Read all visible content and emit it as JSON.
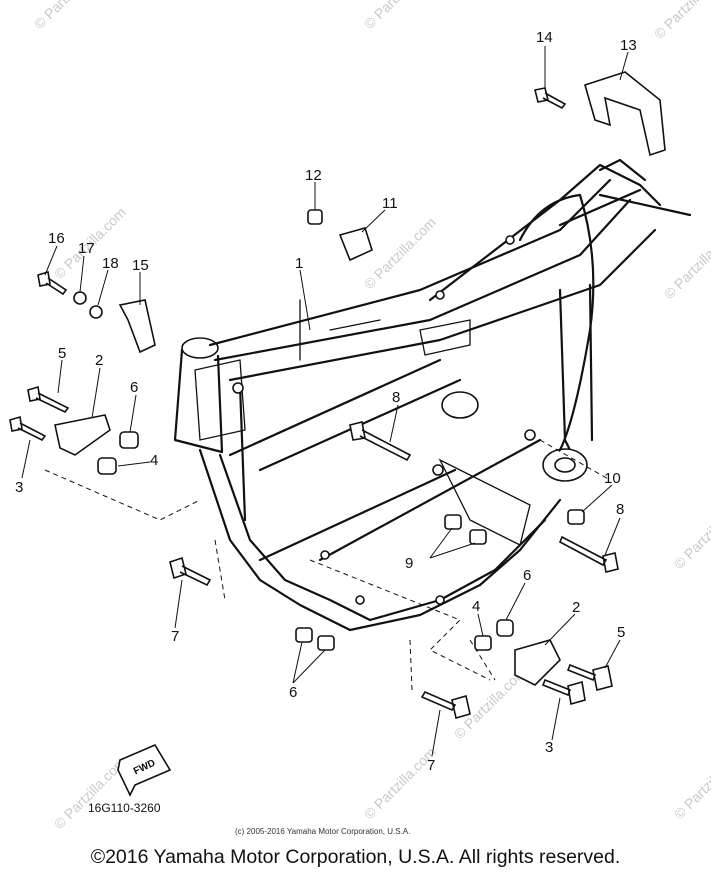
{
  "watermark": {
    "text": "© Partzilla.com"
  },
  "callouts": {
    "c1": "1",
    "c2a": "2",
    "c2b": "2",
    "c3a": "3",
    "c3b": "3",
    "c4a": "4",
    "c4b": "4",
    "c5a": "5",
    "c5b": "5",
    "c6a": "6",
    "c6b": "6",
    "c6c": "6",
    "c7a": "7",
    "c7b": "7",
    "c8a": "8",
    "c8b": "8",
    "c9": "9",
    "c10": "10",
    "c11": "11",
    "c12": "12",
    "c13": "13",
    "c14": "14",
    "c15": "15",
    "c16": "16",
    "c17": "17",
    "c18": "18"
  },
  "fwd_label": "FWD",
  "diagram_code": "16G110-3260",
  "small_copyright": "(c) 2005-2016 Yamaha Motor Corporation, U.S.A.",
  "footer_copyright": "©2016 Yamaha Motor Corporation, U.S.A. All rights reserved."
}
